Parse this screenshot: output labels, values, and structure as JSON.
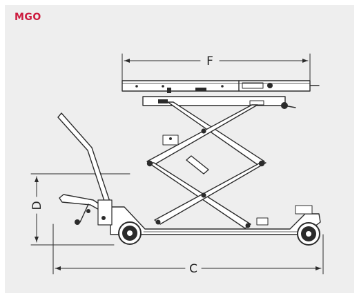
{
  "title": "MGO",
  "colors": {
    "title": "#cc1a3d",
    "background": "#eeeeee",
    "line": "#2b2b2b"
  },
  "dimensions": {
    "width_platform": "F",
    "height": "D",
    "length": "C"
  }
}
